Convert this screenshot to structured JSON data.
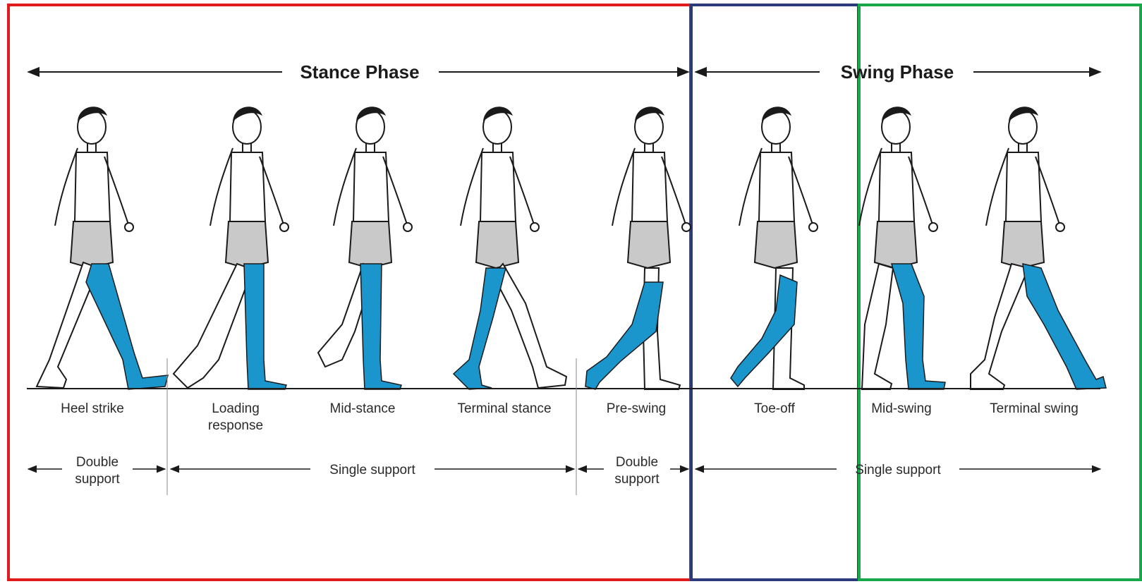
{
  "phases": {
    "stance": "Stance Phase",
    "swing": "Swing Phase"
  },
  "stages": [
    {
      "lines": [
        "Heel strike"
      ]
    },
    {
      "lines": [
        "Loading",
        "response"
      ]
    },
    {
      "lines": [
        "Mid-stance"
      ]
    },
    {
      "lines": [
        "Terminal stance"
      ]
    },
    {
      "lines": [
        "Pre-swing"
      ]
    },
    {
      "lines": [
        "Toe-off"
      ]
    },
    {
      "lines": [
        "Mid-swing"
      ]
    },
    {
      "lines": [
        "Terminal swing"
      ]
    }
  ],
  "supports": [
    {
      "lines": [
        "Double",
        "support"
      ]
    },
    {
      "lines": [
        "Single support"
      ]
    },
    {
      "lines": [
        "Double",
        "support"
      ]
    },
    {
      "lines": [
        "Single support"
      ]
    }
  ],
  "colors": {
    "highlight_leg": "#1a96cc",
    "shorts": "#c9c9c9",
    "outline": "#1a1a1a",
    "frame_red": "#e01b1b",
    "frame_navy": "#2a3a7a",
    "frame_green": "#17a84a"
  }
}
